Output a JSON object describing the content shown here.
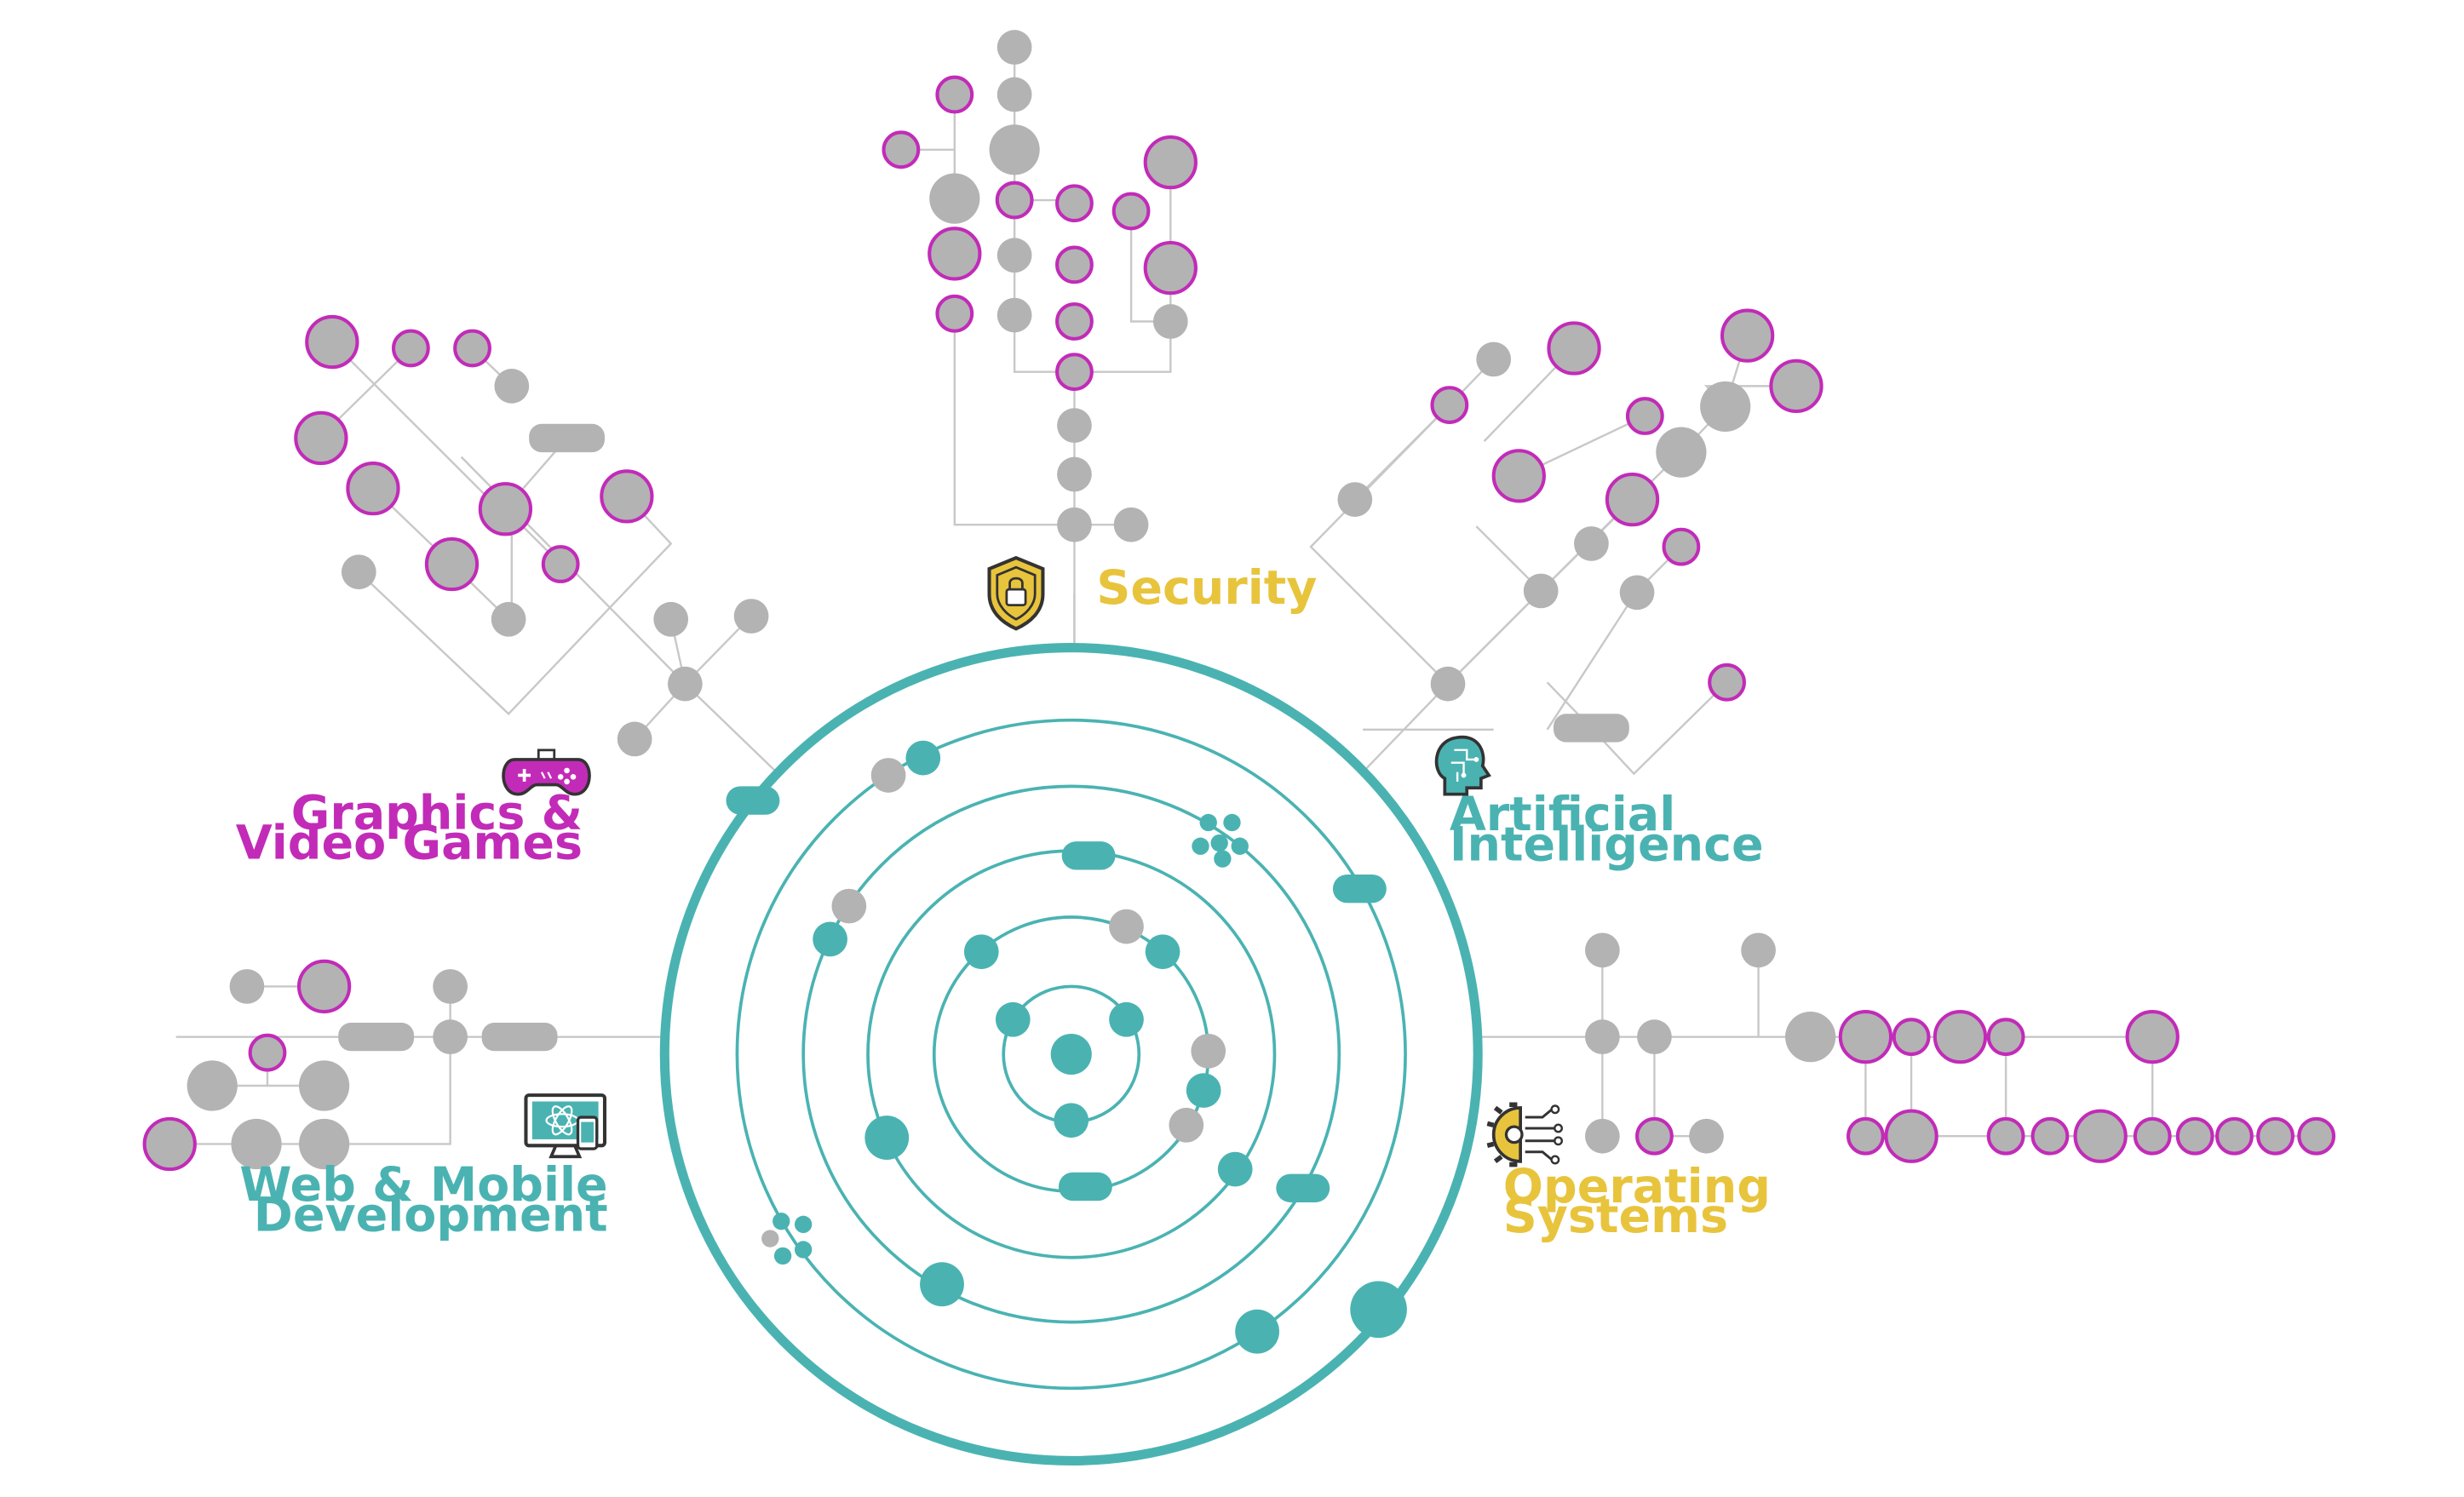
{
  "categories": {
    "security": {
      "label": "Security",
      "color": "#e8c43d"
    },
    "graphics": {
      "label_lines": [
        "Graphics &",
        "Video Games"
      ],
      "color": "#c22bb8"
    },
    "ai": {
      "label_lines": [
        "Artificial",
        "Intelligence"
      ],
      "color": "#4ab3b2"
    },
    "web": {
      "label_lines": [
        "Web & Mobile",
        "Development"
      ],
      "color": "#4ab3b2"
    },
    "os": {
      "label_lines": [
        "Operating",
        "Systems"
      ],
      "color": "#e8c43d"
    }
  },
  "icons": {
    "security": "shield-lock-icon",
    "graphics": "gamepad-icon",
    "ai": "ai-head-icon",
    "web": "monitor-react-icon",
    "os": "gear-circuit-icon"
  },
  "colors": {
    "teal": "#4ab3b2",
    "magenta": "#c22bb8",
    "node_gray": "#b3b3b3",
    "line_gray": "#c8c8c8",
    "gold": "#e8c43d"
  }
}
